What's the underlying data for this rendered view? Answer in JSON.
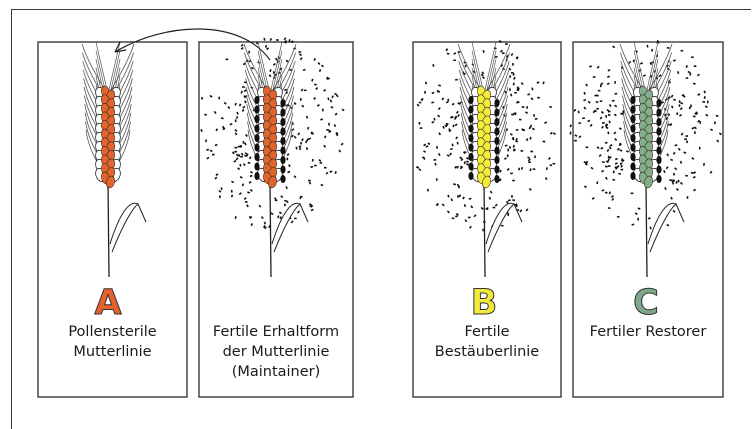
{
  "panels": [
    {
      "id": "pollensterile",
      "letter": "A",
      "letter_color": "#e8602c",
      "spike_color": "#e0642e",
      "pollen": false,
      "caption": [
        "Pollensterile",
        "Mutterlinie"
      ]
    },
    {
      "id": "maintainer",
      "letter": "",
      "letter_color": "",
      "spike_color": "#e0642e",
      "pollen": true,
      "caption": [
        "Fertile Erhaltform",
        "der Mutterlinie",
        "(Maintainer)"
      ]
    },
    {
      "id": "bestaeuber",
      "letter": "B",
      "letter_color": "#f2ea3a",
      "spike_color": "#f3ec3c",
      "pollen": true,
      "caption": [
        "Fertile",
        "Bestäuberlinie"
      ]
    },
    {
      "id": "restorer",
      "letter": "C",
      "letter_color": "#7fa88a",
      "spike_color": "#83ad8d",
      "pollen": true,
      "caption": [
        "Fertiler Restorer"
      ]
    }
  ],
  "colors": {
    "frame": "#2b2b2b",
    "panel_bg": "#ffffff",
    "ink": "#1a1a1a",
    "pollen": "#111111",
    "awn": "#555555"
  },
  "icons": {
    "arrow": "curved-arrow-icon",
    "spike": "wheat-spike-icon",
    "pollen": "pollen-dots-icon"
  }
}
